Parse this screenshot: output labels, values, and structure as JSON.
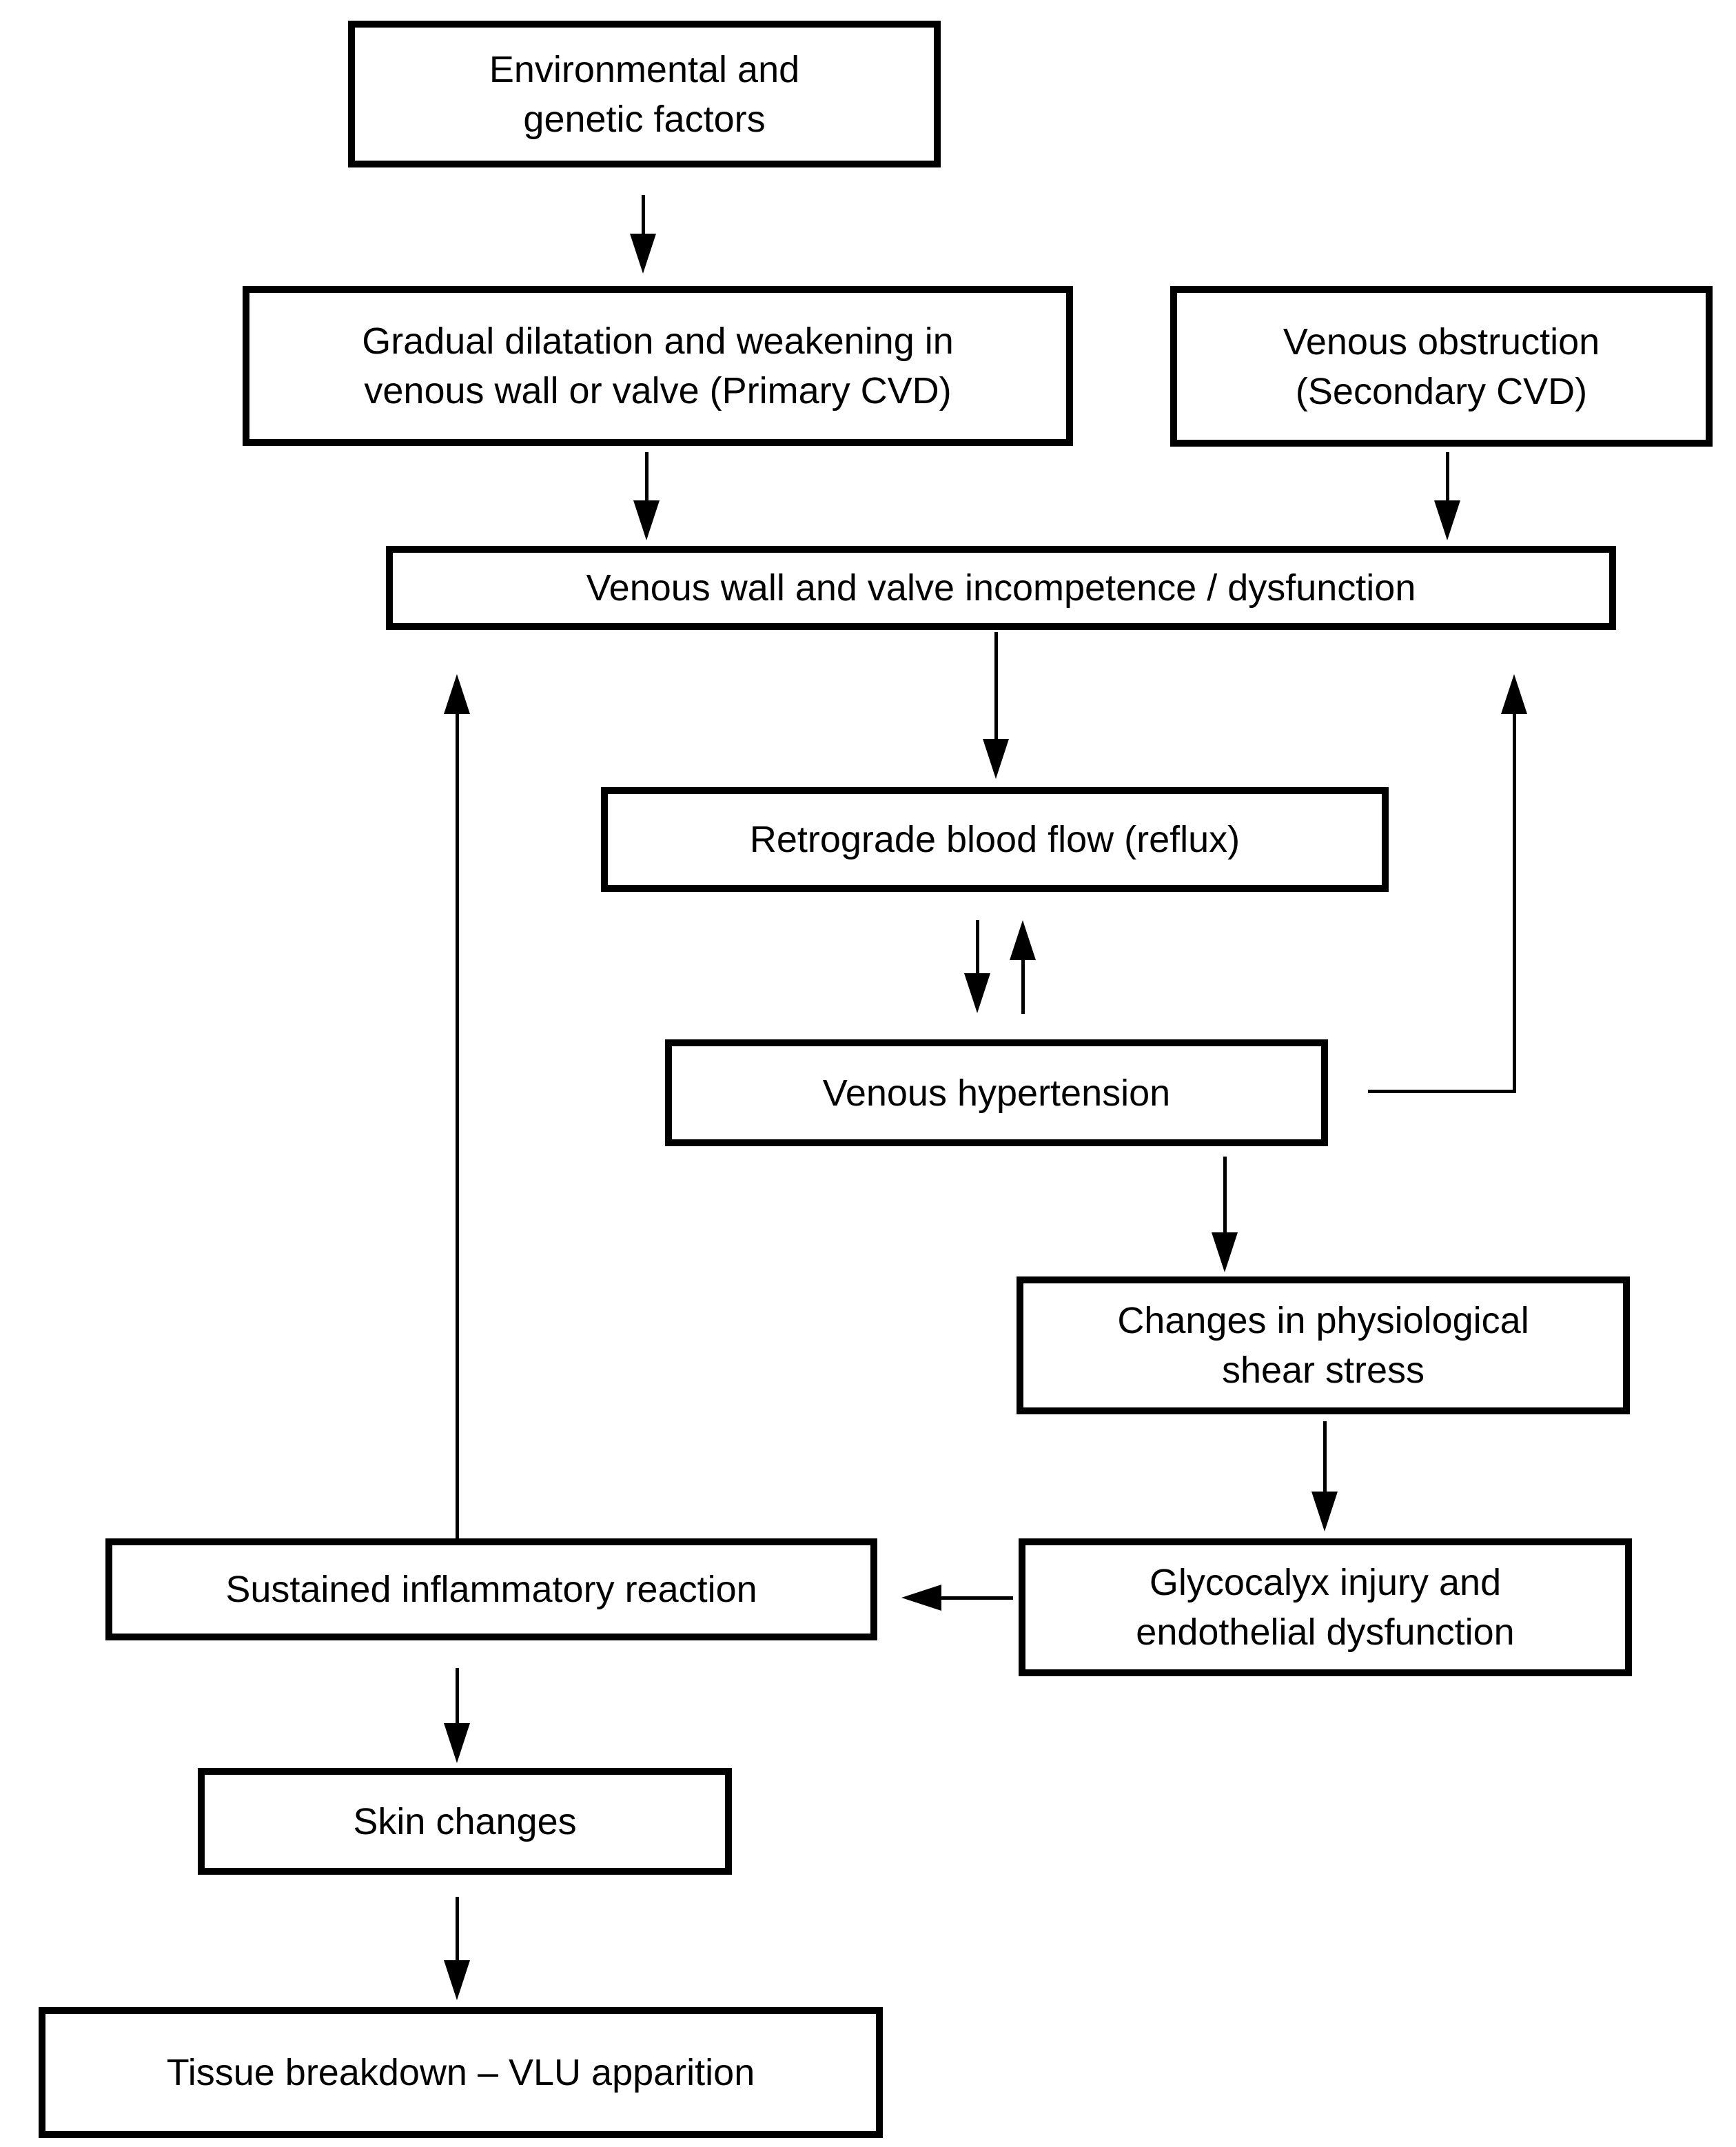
{
  "diagram": {
    "description": "Flowchart of chronic venous disease pathophysiology leading to venous leg ulcer",
    "colors": {
      "background": "#ffffff",
      "box_border": "#000000",
      "box_fill": "#ffffff",
      "text": "#000000",
      "arrow": "#000000"
    },
    "nodes": {
      "environmental": {
        "label": "Environmental and\ngenetic factors"
      },
      "gradual": {
        "label": "Gradual dilatation and weakening in\nvenous wall or valve (Primary CVD)"
      },
      "obstruction": {
        "label": "Venous obstruction\n(Secondary CVD)"
      },
      "incompetence": {
        "label": "Venous wall and valve incompetence / dysfunction"
      },
      "reflux": {
        "label": "Retrograde blood flow (reflux)"
      },
      "hypertension": {
        "label": "Venous hypertension"
      },
      "shear": {
        "label": "Changes in physiological\nshear stress"
      },
      "glycocalyx": {
        "label": "Glycocalyx injury and\nendothelial dysfunction"
      },
      "inflammatory": {
        "label": "Sustained inflammatory reaction"
      },
      "skin": {
        "label": "Skin changes"
      },
      "tissue": {
        "label": "Tissue breakdown – VLU apparition"
      }
    },
    "edges": [
      {
        "from": "environmental",
        "to": "gradual",
        "type": "arrow"
      },
      {
        "from": "gradual",
        "to": "incompetence",
        "type": "arrow"
      },
      {
        "from": "obstruction",
        "to": "incompetence",
        "type": "arrow"
      },
      {
        "from": "incompetence",
        "to": "reflux",
        "type": "arrow"
      },
      {
        "from": "reflux",
        "to": "hypertension",
        "type": "bidirectional"
      },
      {
        "from": "hypertension",
        "to": "shear",
        "type": "arrow"
      },
      {
        "from": "shear",
        "to": "glycocalyx",
        "type": "arrow"
      },
      {
        "from": "glycocalyx",
        "to": "inflammatory",
        "type": "arrow"
      },
      {
        "from": "inflammatory",
        "to": "skin",
        "type": "arrow"
      },
      {
        "from": "skin",
        "to": "tissue",
        "type": "arrow"
      },
      {
        "from": "inflammatory",
        "to": "incompetence",
        "type": "feedback-arrow"
      },
      {
        "from": "hypertension",
        "to": "incompetence",
        "type": "feedback-arrow"
      }
    ]
  }
}
